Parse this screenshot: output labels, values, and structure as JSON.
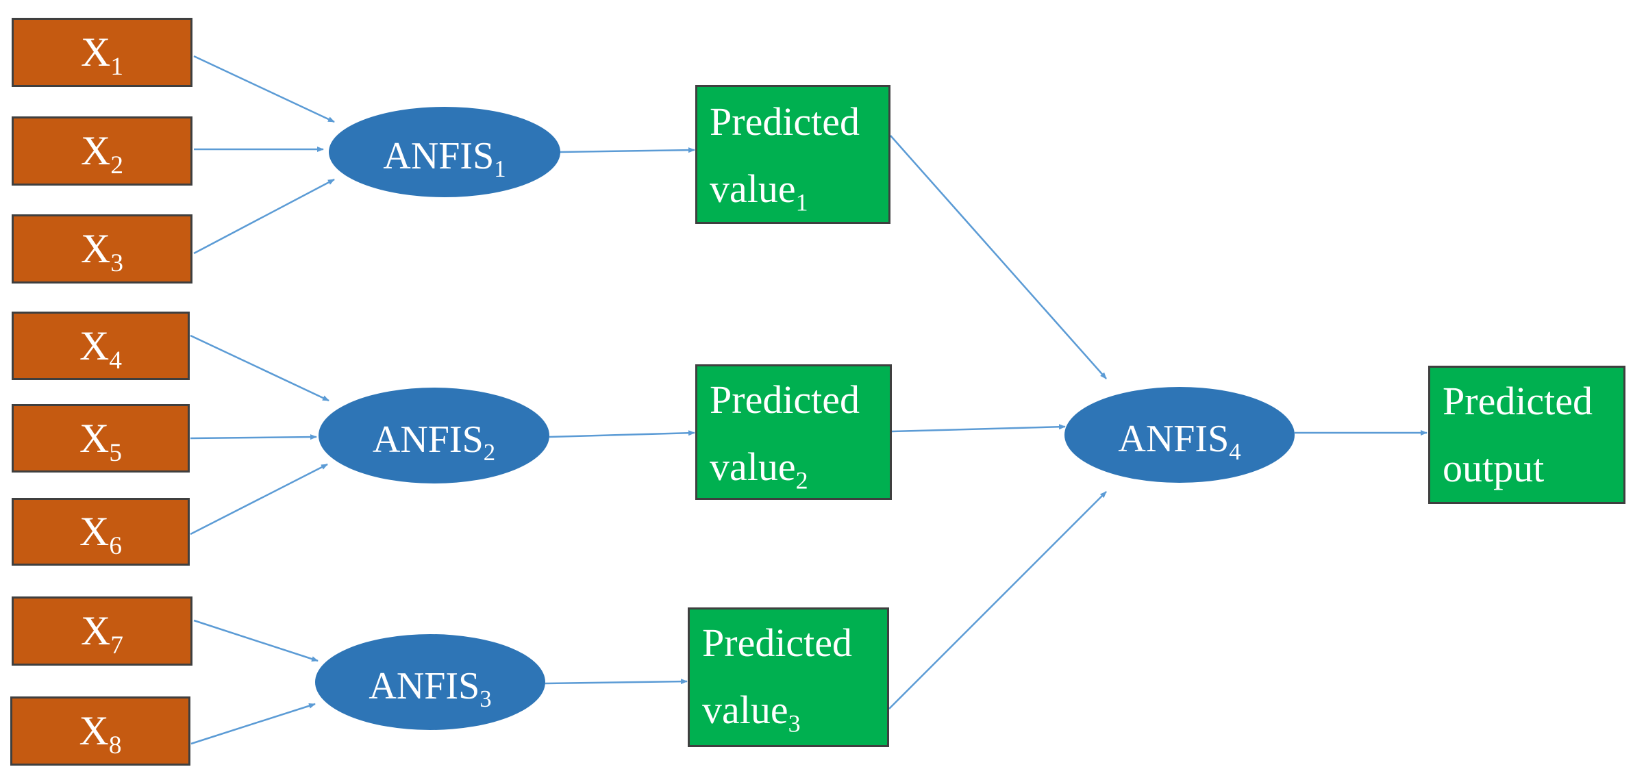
{
  "colors": {
    "input_fill": "#c55a11",
    "output_fill": "#00b050",
    "anfis_fill": "#2e75b6",
    "arrow": "#5b9bd5",
    "box_border": "#3f3f3f",
    "text": "#ffffff"
  },
  "inputs": [
    {
      "base": "X",
      "sub": "1"
    },
    {
      "base": "X",
      "sub": "2"
    },
    {
      "base": "X",
      "sub": "3"
    },
    {
      "base": "X",
      "sub": "4"
    },
    {
      "base": "X",
      "sub": "5"
    },
    {
      "base": "X",
      "sub": "6"
    },
    {
      "base": "X",
      "sub": "7"
    },
    {
      "base": "X",
      "sub": "8"
    }
  ],
  "anfis": [
    {
      "base": "ANFIS",
      "sub": "1"
    },
    {
      "base": "ANFIS",
      "sub": "2"
    },
    {
      "base": "ANFIS",
      "sub": "3"
    },
    {
      "base": "ANFIS",
      "sub": "4"
    }
  ],
  "predicted_values": [
    {
      "line1": "Predicted",
      "base": "value",
      "sub": "1"
    },
    {
      "line1": "Predicted",
      "base": "value",
      "sub": "2"
    },
    {
      "line1": "Predicted",
      "base": "value",
      "sub": "3"
    }
  ],
  "final_output": {
    "line1": "Predicted",
    "line2": "output"
  }
}
